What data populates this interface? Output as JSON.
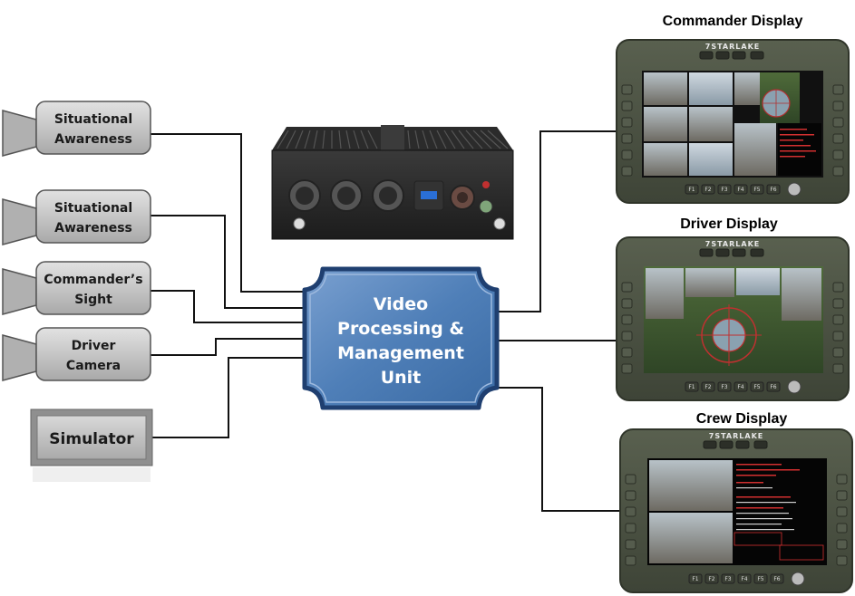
{
  "inputs": [
    {
      "id": "sa1",
      "lines": [
        "Situational",
        "Awareness"
      ]
    },
    {
      "id": "sa2",
      "lines": [
        "Situational",
        "Awareness"
      ]
    },
    {
      "id": "csight",
      "lines": [
        "Commander’s",
        "Sight"
      ]
    },
    {
      "id": "dcam",
      "lines": [
        "Driver",
        "Camera"
      ]
    }
  ],
  "simulator": {
    "label": "Simulator"
  },
  "unit": {
    "lines": [
      "Video",
      "Processing &",
      "Management",
      "Unit"
    ]
  },
  "displays": [
    {
      "id": "commander",
      "title": "Commander Display"
    },
    {
      "id": "driver",
      "title": "Driver Display"
    },
    {
      "id": "crew",
      "title": "Crew Display"
    }
  ],
  "display_hardware": {
    "brand": "7STARLAKE",
    "fkeys": [
      "F1",
      "F2",
      "F3",
      "F4",
      "F5",
      "F6"
    ]
  },
  "colors": {
    "camera_fill": "#bdbdbd",
    "unit_fill": "#4f7fb8",
    "unit_border": "#1f3f70",
    "chassis": "#4b5243",
    "connector_line": "#111111"
  }
}
